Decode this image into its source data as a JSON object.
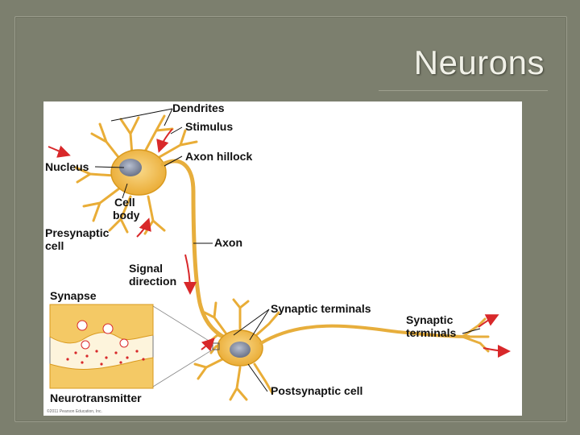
{
  "slide": {
    "title": "Neurons"
  },
  "diagram": {
    "labels": {
      "dendrites": "Dendrites",
      "stimulus": "Stimulus",
      "axon_hillock": "Axon hillock",
      "nucleus": "Nucleus",
      "cell_body_1": "Cell",
      "cell_body_2": "body",
      "presynaptic_1": "Presynaptic",
      "presynaptic_2": "cell",
      "axon": "Axon",
      "signal_1": "Signal",
      "signal_2": "direction",
      "synapse": "Synapse",
      "synaptic_terminals_inset": "Synaptic terminals",
      "synaptic_terminals_right_1": "Synaptic",
      "synaptic_terminals_right_2": "terminals",
      "postsynaptic": "Postsynaptic cell",
      "neurotransmitter": "Neurotransmitter",
      "copyright": "©2011 Pearson Education, Inc."
    },
    "colors": {
      "neuron_fill": "#f2c04a",
      "neuron_edge": "#d99a1e",
      "nucleus": "#8c95a8",
      "arrow": "#d8282a",
      "inset_bg": "#fbe3a8"
    }
  }
}
